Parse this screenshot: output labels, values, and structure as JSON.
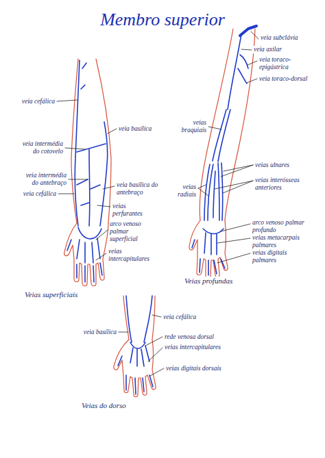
{
  "diagram": {
    "title": "Membro superior",
    "labels": [
      "veia cefálica",
      "veia basílica",
      "veia intermédia do cotovelo",
      "veia intermédia do antebraço",
      "veia cefálica",
      "veia basílica do antebraço",
      "veias perfurantes",
      "arco venoso palmar superficial",
      "veias intercapitulares",
      "Veias superficiais",
      "veia subclávia",
      "veia axilar",
      "veia toraco-epigástrica",
      "veia toraco-dorsal",
      "veias braquiais",
      "veias ulnares",
      "veias interósseas anteriores",
      "veias radiais",
      "arco venoso palmar profundo",
      "veias metacarpais palmares",
      "veias digitais palmares",
      "Veias profundas",
      "veia cefálica",
      "veia basílica",
      "rede venosa dorsal",
      "veias intercapitulares",
      "veias digitais dorsais",
      "Veias do dorso"
    ]
  }
}
